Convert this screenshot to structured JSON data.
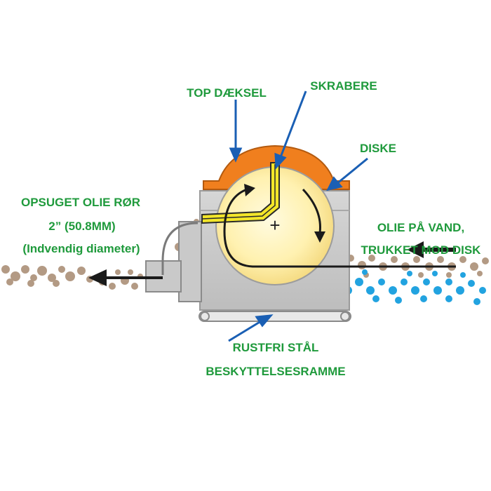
{
  "colors": {
    "label_green": "#1f9a3c",
    "arrow_blue": "#1a5fb4",
    "cover_orange": "#f07f1e",
    "oil_brown": "#b39a84",
    "water_blue": "#22a3e0",
    "scraper_yellow": "#f3e62a",
    "housing_gray": "#c9c9c9",
    "flow_black": "#1a1a1a"
  },
  "labels": {
    "top_cover": "TOP DÆKSEL",
    "scraper": "SKRABERE",
    "disk": "DISKE",
    "hose_line1": "OPSUGET OLIE RØR",
    "hose_line2": "2” (50.8MM)",
    "hose_line3": "(Indvendig diameter)",
    "oil_line1": "OLIE PÅ VAND,",
    "oil_line2": "TRUKKET MOD DISK",
    "frame_line1": "RUSTFRI STÅL",
    "frame_line2": "BESKYTTELSESRAMME"
  },
  "icons": {
    "center_mark": "+"
  }
}
